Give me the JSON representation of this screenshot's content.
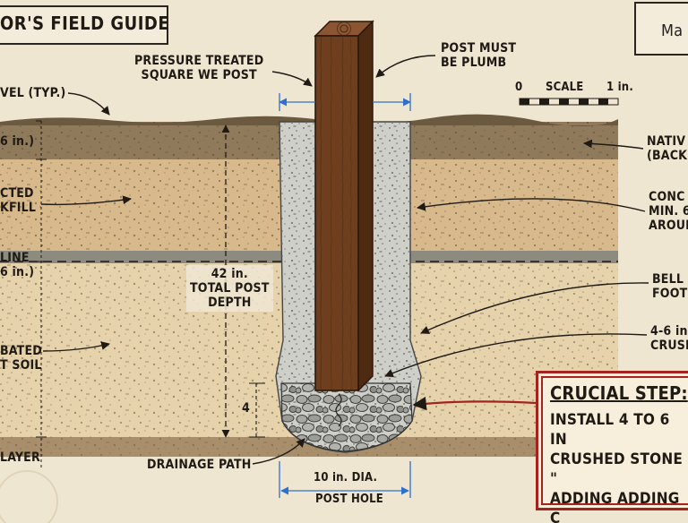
{
  "header": {
    "title": "OR'S FIELD GUIDE",
    "right_box_text": "Ma"
  },
  "scale_bar": {
    "start_label": "0",
    "label": "SCALE",
    "end_label": "1 in."
  },
  "left_labels": {
    "grade_level": "VEL (TYP.)",
    "topsoil_depth": "6 in.)",
    "compacted_backfill": "CTED\nKFILL",
    "frost_line": "LINE\n6 in.)",
    "undisturbed_soil": "BATED\nT SOIL",
    "gravel_layer": "LAYER"
  },
  "top_labels": {
    "post_type": "PRESSURE TREATED\nSQUARE WE POST",
    "plumb_note": "POST MUST\nBE PLUMB"
  },
  "center_labels": {
    "total_depth": "42 in.\nTOTAL POST\nDEPTH",
    "stone_depth": "4",
    "drainage_path": "DRAINAGE PATH",
    "hole_diameter": "10 in. DIA.",
    "post_hole": "POST HOLE"
  },
  "right_labels": {
    "native_backfill": "NATIV\n(BACK",
    "concrete": "CONC\nMIN. 6\nAROUN",
    "bell_footing": "BELL\nFOOT",
    "crushed_stone": "4-6 in\nCRUSH"
  },
  "callout": {
    "heading": "CRUCIAL STEP:",
    "body": "INSTALL 4 TO 6 IN\nCRUSHED STONE \"\nADDING ADDING C\nFOR DRAINAGE"
  },
  "colors": {
    "accent_red": "#a3241f",
    "post_wood": "#6e3f1e",
    "paper": "#efe6d2",
    "dimension_blue": "#2f6fd0"
  }
}
